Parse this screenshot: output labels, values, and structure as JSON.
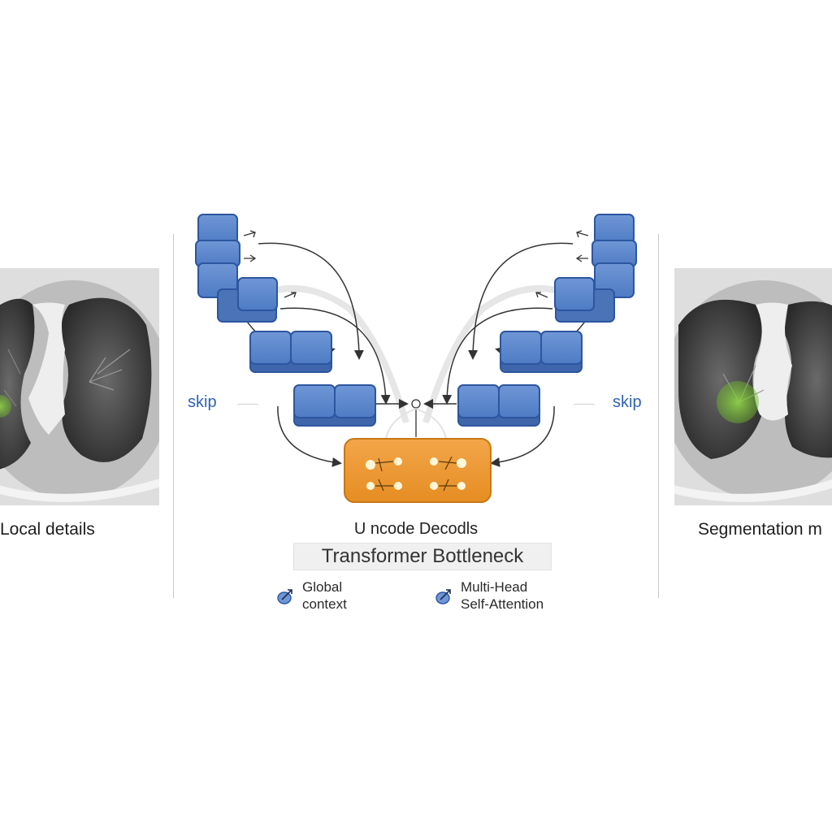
{
  "left_panel": {
    "caption": "Local details"
  },
  "right_panel": {
    "caption": "Segmentation m"
  },
  "skip_labels": {
    "left": "skip",
    "right": "skip"
  },
  "center": {
    "encoder_decoder_title": "U ncode Decodls",
    "bottleneck_label": "Transformer Bottleneck"
  },
  "legend": [
    {
      "icon": "vector-arrow-icon",
      "line1": "Global",
      "line2": "context"
    },
    {
      "icon": "vector-arrow-icon",
      "line1": "Multi-Head",
      "line2": "Self-Attention"
    }
  ],
  "colors": {
    "block_fill": "#5b87cc",
    "block_stroke": "#2c56a0",
    "bottleneck_fill": "#ee9b35",
    "bottleneck_stroke": "#c77814",
    "highlight_green": "#7bc43a",
    "skip_text": "#2f63b0"
  }
}
